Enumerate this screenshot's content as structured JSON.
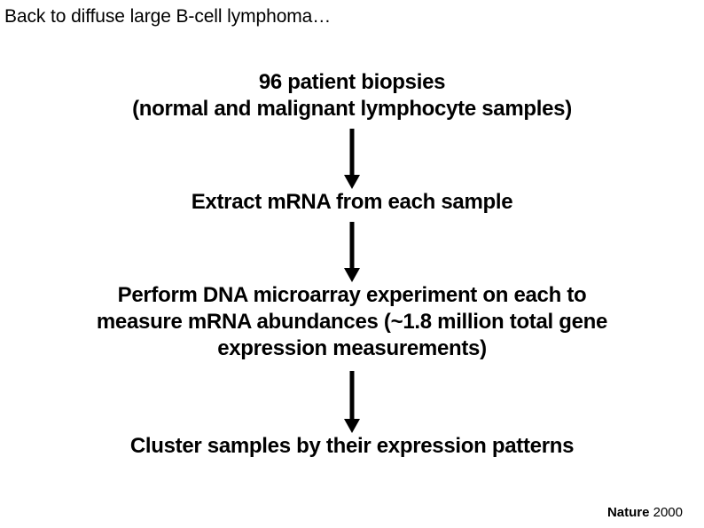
{
  "slide": {
    "title": "Back to diffuse large B-cell lymphoma…",
    "background_color": "#ffffff",
    "text_color": "#000000"
  },
  "flow": {
    "steps": [
      {
        "id": "biopsies",
        "lines": [
          "96 patient biopsies",
          "(normal and malignant lymphocyte samples)"
        ]
      },
      {
        "id": "extract",
        "lines": [
          "Extract mRNA from each sample"
        ]
      },
      {
        "id": "perform",
        "lines": [
          "Perform DNA microarray experiment on each to",
          "measure mRNA abundances (~1.8 million total gene",
          "expression measurements)"
        ]
      },
      {
        "id": "cluster",
        "lines": [
          "Cluster samples by their expression patterns"
        ]
      }
    ],
    "connectors": [
      {
        "id": "arrow-1",
        "direction": "down",
        "from": "biopsies",
        "to": "extract"
      },
      {
        "id": "arrow-2",
        "direction": "down",
        "from": "extract",
        "to": "perform"
      },
      {
        "id": "arrow-3",
        "direction": "down",
        "from": "perform",
        "to": "cluster"
      }
    ]
  },
  "attribution": {
    "source": "Nature",
    "year": "2000"
  }
}
